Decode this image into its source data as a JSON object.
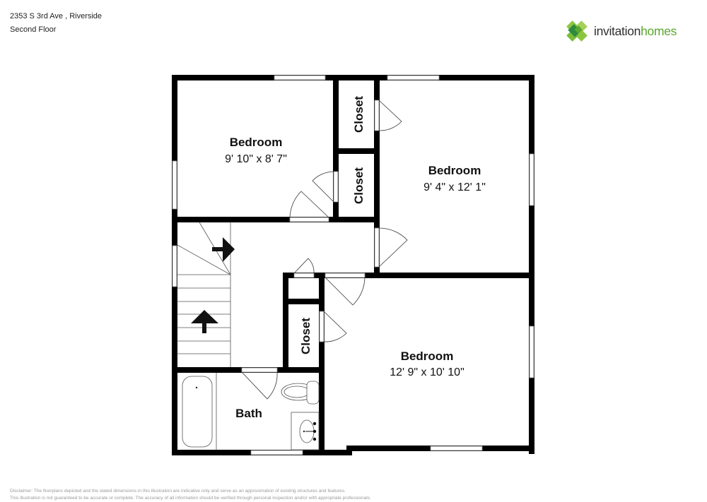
{
  "header": {
    "address": "2353 S 3rd Ave , Riverside",
    "floor": "Second Floor"
  },
  "brand": {
    "name_part1": "invitation",
    "name_part2": "homes",
    "colors": {
      "dark_green": "#2e8b3e",
      "light_green": "#8cc63f",
      "text_gray": "#2f2f2f",
      "text_green": "#5aa72e"
    }
  },
  "rooms": [
    {
      "name": "Bedroom",
      "dimensions": "9' 10\" x 8' 7\""
    },
    {
      "name": "Bedroom",
      "dimensions": "9' 4\" x 12' 1\""
    },
    {
      "name": "Bedroom",
      "dimensions": "12' 9\" x 10' 10\""
    },
    {
      "name": "Bath"
    },
    {
      "name": "Closet"
    },
    {
      "name": "Closet"
    },
    {
      "name": "Closet"
    }
  ],
  "disclaimer": {
    "line1": "Disclaimer: The floorplans depicted and the stated dimensions in this illustration are indicative only and serve as an approximation of existing structures and features.",
    "line2": "This illustration is not guaranteed to be accurate or complete. The accuracy of all information should be verified through personal inspection and/or with appropriate professionals."
  },
  "colors": {
    "wall": "#000000",
    "background": "#ffffff"
  }
}
